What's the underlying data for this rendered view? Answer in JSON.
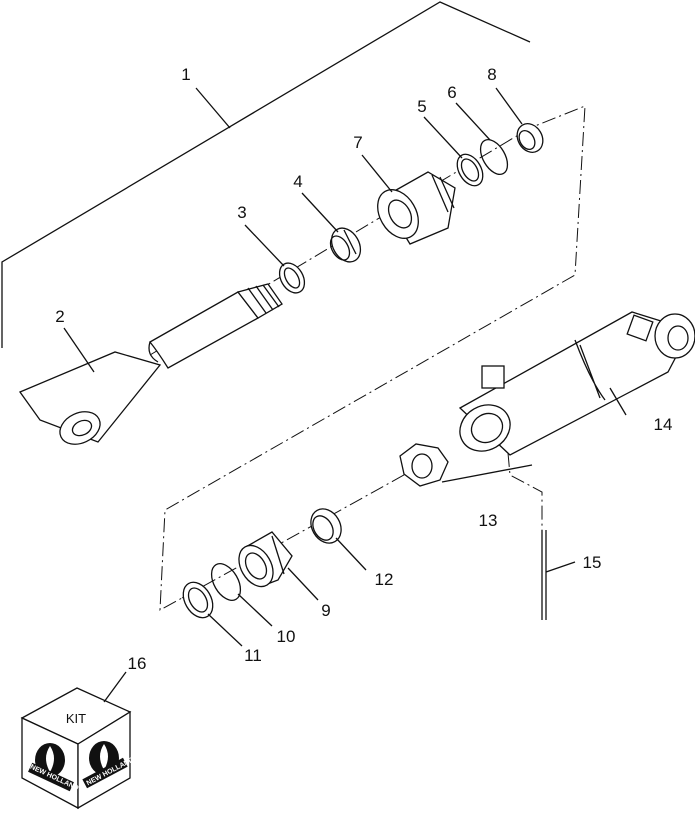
{
  "callouts": [
    "1",
    "2",
    "3",
    "4",
    "5",
    "6",
    "7",
    "8",
    "9",
    "10",
    "11",
    "12",
    "13",
    "14",
    "15",
    "16"
  ],
  "kit": {
    "label": "KIT",
    "brand": "NEW HOLLAND"
  },
  "icons": {
    "kit_box": "cube-icon",
    "brand_logo": "new-holland-leaf-icon"
  }
}
